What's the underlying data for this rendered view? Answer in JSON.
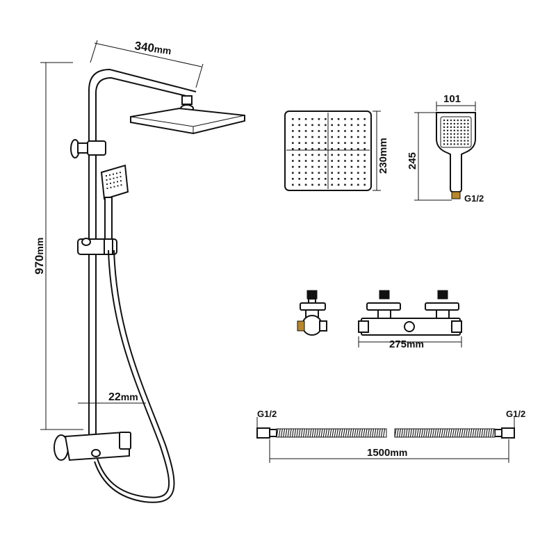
{
  "dimensions": {
    "arm_width": "340",
    "arm_unit": "mm",
    "height": "970",
    "height_unit": "mm",
    "pipe_diameter": "22",
    "pipe_unit": "mm",
    "head_size": "230mm",
    "handset_width": "101",
    "handset_height": "245",
    "handset_thread": "G1/2",
    "valve_width": "275",
    "valve_unit": "mm",
    "hose_thread_left": "G1/2",
    "hose_thread_right": "G1/2",
    "hose_length": "1500",
    "hose_unit": "mm"
  }
}
